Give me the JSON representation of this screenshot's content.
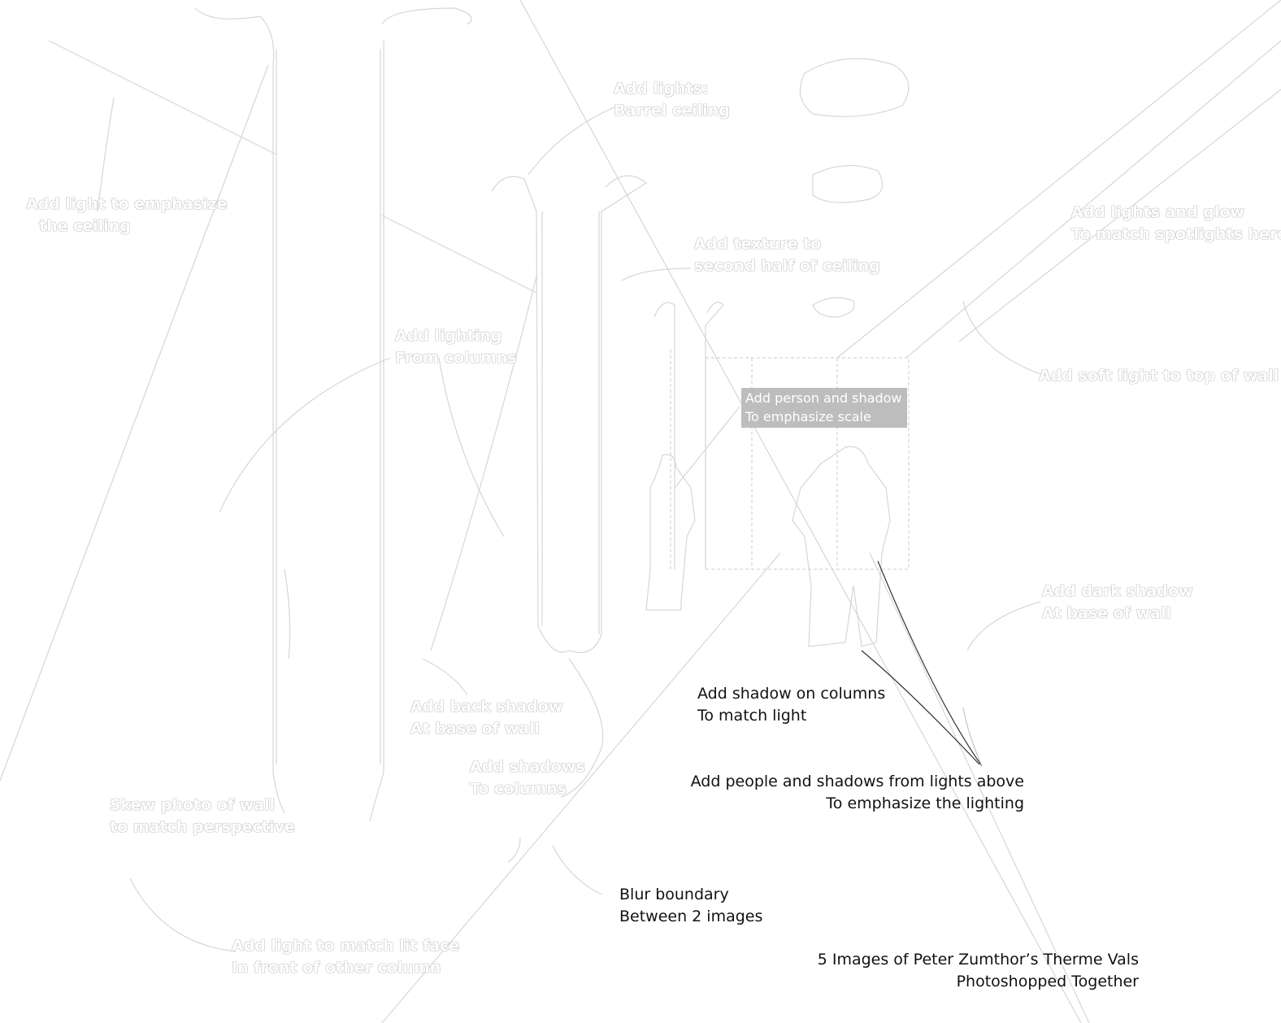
{
  "annotations": {
    "person_highlight": [
      "Add person and shadow",
      "To emphasize scale"
    ],
    "shadow_columns": [
      "Add shadow on columns",
      "To match light"
    ],
    "people_lights": [
      "Add people and shadows from lights above",
      "To emphasize the lighting"
    ],
    "blur_boundary": [
      "Blur boundary",
      "Between 2 images"
    ],
    "caption": [
      "5 Images of Peter Zumthor’s Therme Vals",
      "Photoshopped Together"
    ]
  },
  "faded_annotations": {
    "arched_ceiling": [
      "Add lights:",
      "Barrel ceiling"
    ],
    "light_emphasize": [
      "Add light to emphasize",
      "the ceiling"
    ],
    "texture_ceiling": [
      "Add texture to",
      "second half of ceiling"
    ],
    "lights_above": [
      "Add lights and glow",
      "To match spotlights here"
    ],
    "lighting_columns": [
      "Add lighting",
      "From columns"
    ],
    "soft_light_wall": [
      "Add soft light to top of wall"
    ],
    "back_shadow_wall": [
      "Add back shadow",
      "At base of wall"
    ],
    "dark_shadow_right": [
      "Add dark shadow",
      "At base of wall"
    ],
    "shadows_columns": [
      "Add shadows",
      "To columns"
    ],
    "skew_photo": [
      "Skew photo of wall",
      "to match perspective"
    ],
    "light_front": [
      "Add light to match lit face",
      "In front of other column"
    ]
  },
  "colors": {
    "background": "#ffffff",
    "text": "#111111",
    "faded_outline": "#c9c9c9",
    "highlight_box": "#bdbdbd"
  }
}
